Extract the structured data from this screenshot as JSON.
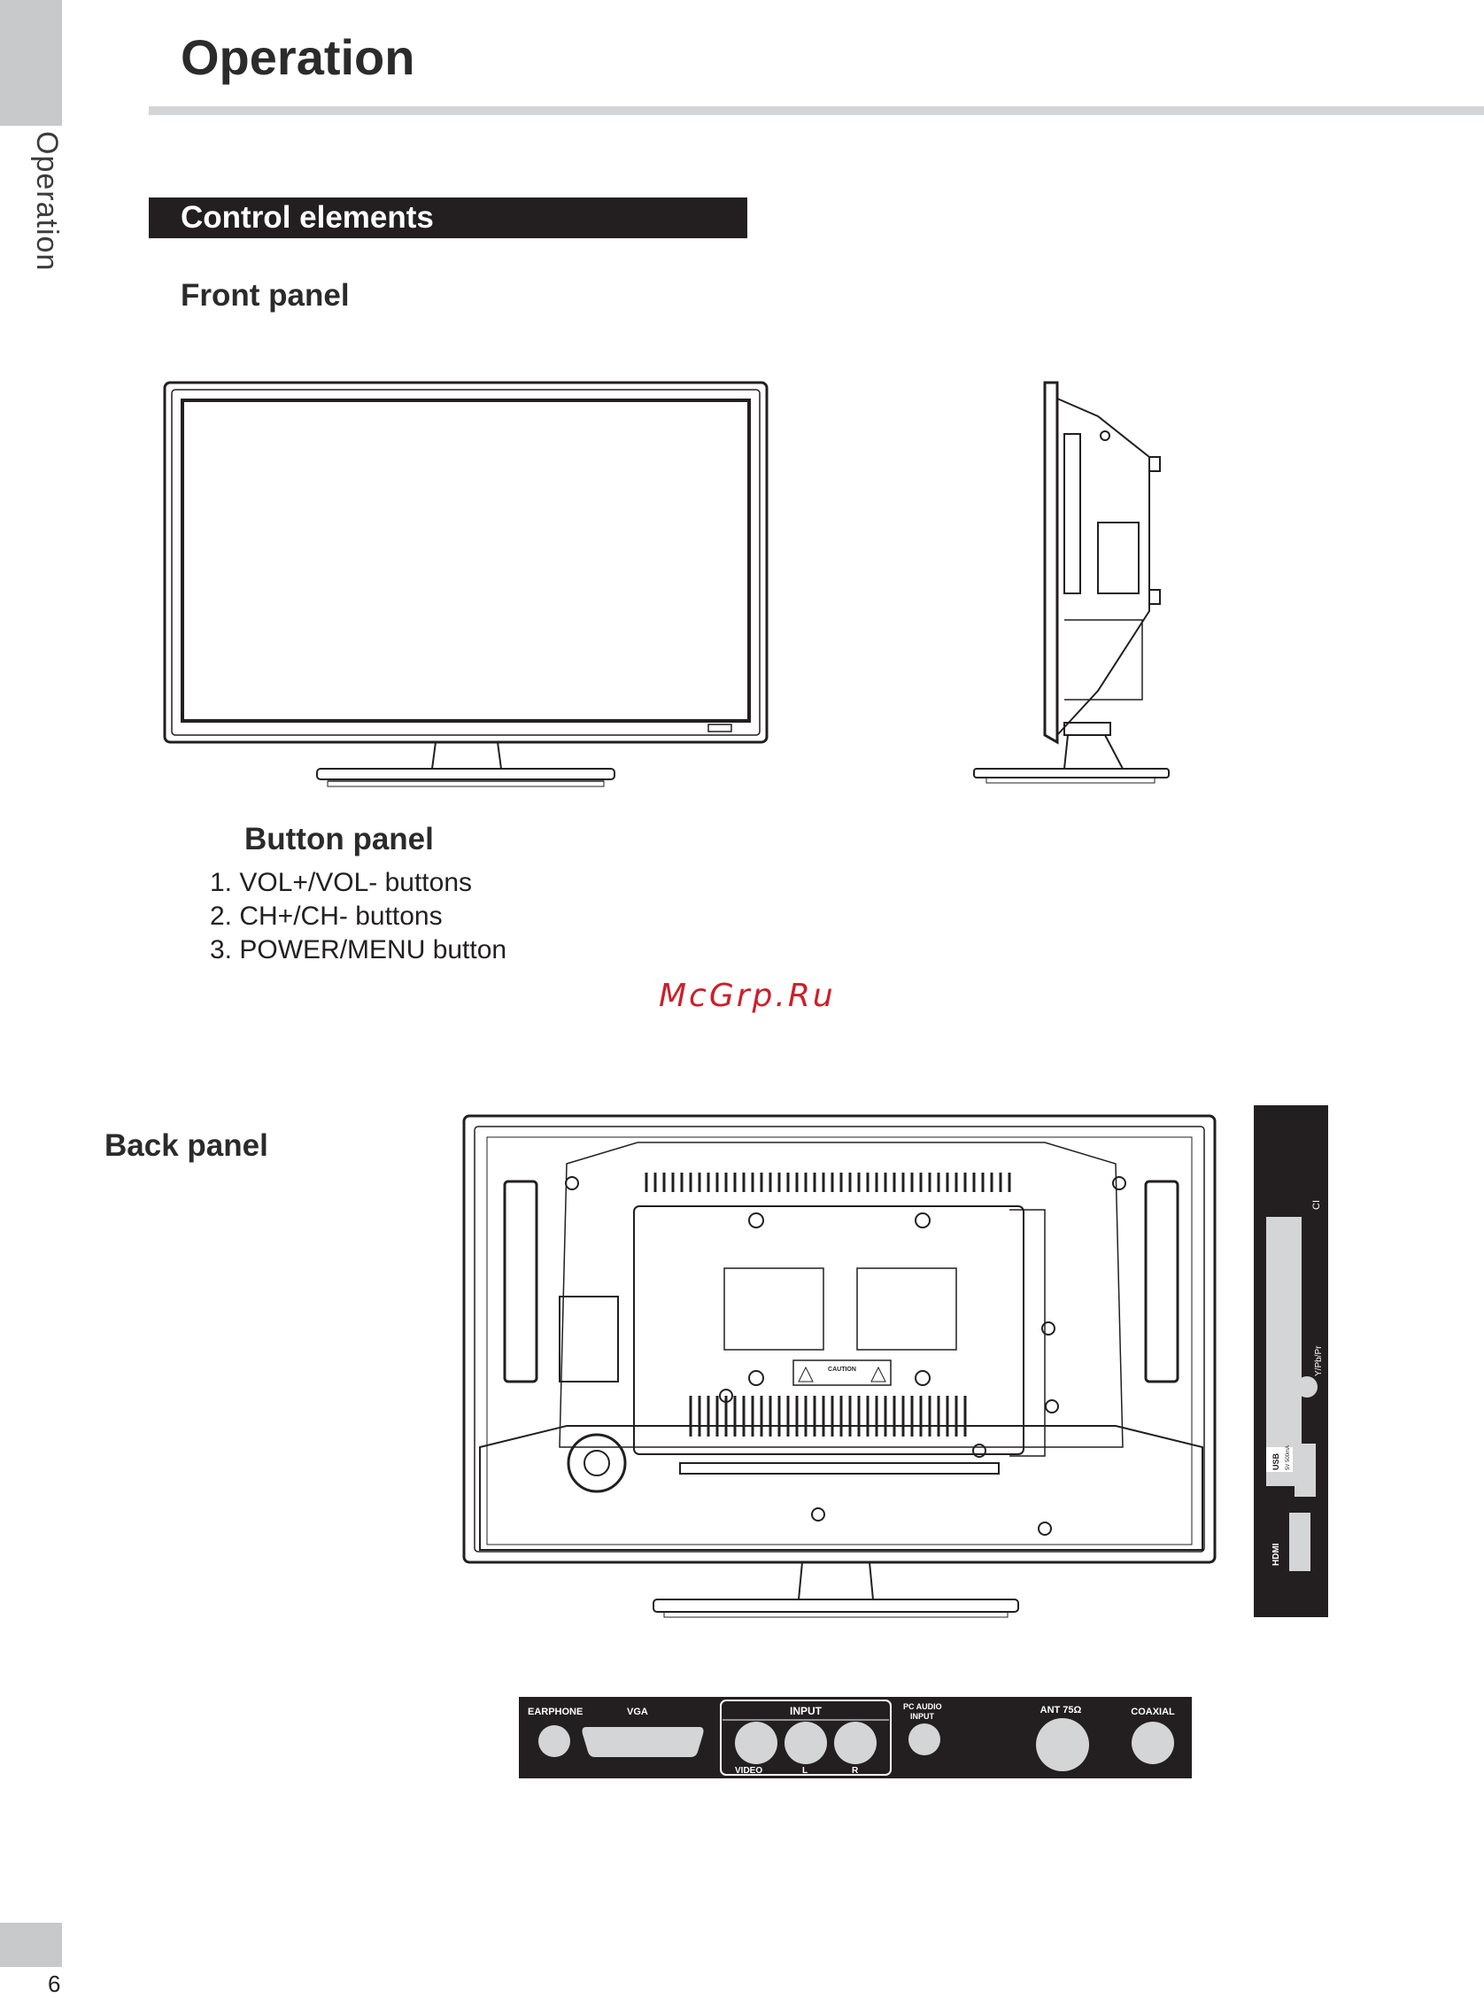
{
  "sidebar": {
    "label": "Operation"
  },
  "header": {
    "title": "Operation"
  },
  "section": {
    "title": "Control elements"
  },
  "front_panel": {
    "heading": "Front panel"
  },
  "button_panel": {
    "heading": "Button panel",
    "items": [
      "1. VOL+/VOL- buttons",
      "2. CH+/CH- buttons",
      "3. POWER/MENU button"
    ]
  },
  "watermark": "McGrp.Ru",
  "back_panel": {
    "heading": "Back panel",
    "caution_label": "CAUTION",
    "side_labels": {
      "ci": "CI",
      "ypbpr": "Y/Pb/Pr",
      "usb": "USB",
      "usb_rating": "5V 500mA",
      "hdmi": "HDMI"
    },
    "bottom_labels": {
      "earphone": "EARPHONE",
      "vga": "VGA",
      "input": "INPUT",
      "pc_audio_1": "PC AUDIO",
      "pc_audio_2": "INPUT",
      "ant": "ANT 75Ω",
      "coaxial": "COAXIAL",
      "video": "VIDEO",
      "l": "L",
      "r": "R"
    }
  },
  "footer": {
    "page_number": "6"
  }
}
